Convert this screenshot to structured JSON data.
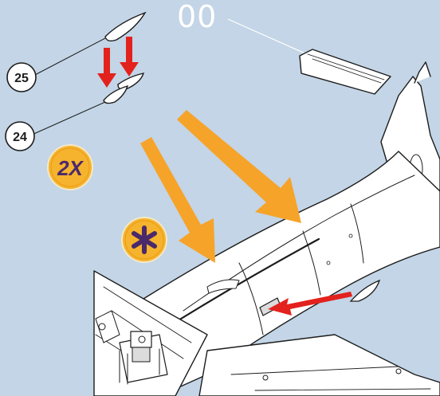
{
  "step": {
    "number": "00"
  },
  "parts": [
    {
      "number": "25"
    },
    {
      "number": "24"
    }
  ],
  "badges": {
    "quantity": "2X",
    "glue_icon": "glue-asterisk-icon"
  },
  "colors": {
    "background": "#c3d5e6",
    "orange_arrow": "#f6a32a",
    "red_arrow": "#e3221d",
    "badge_fill": "#f6b32d",
    "badge_text": "#4a2a6b",
    "line_art": "#1c1c1c"
  }
}
